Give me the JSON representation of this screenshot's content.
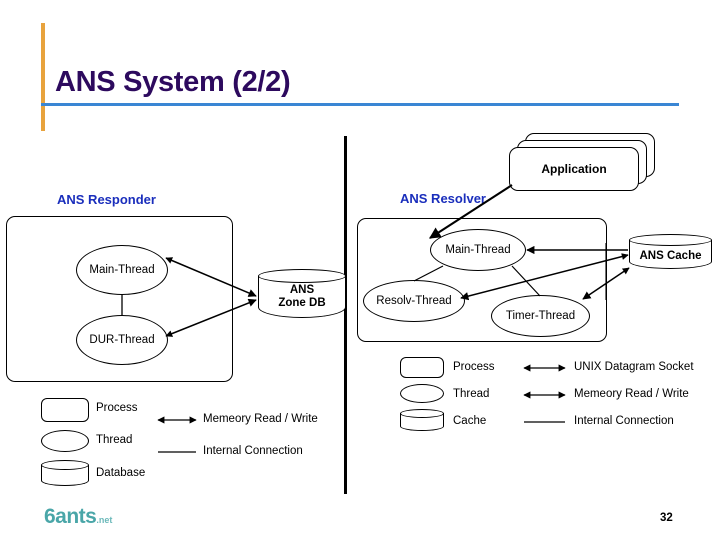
{
  "slide": {
    "title": "ANS System (2/2)",
    "page_number": "32",
    "logo_text": "6ants",
    "logo_tld": ".net",
    "accent_bar_color": "#e8a33d",
    "rule_color": "#3a86d4",
    "title_color": "#2d0a5e",
    "section_label_color": "#1a2ebc"
  },
  "application": {
    "label": "Application",
    "stack_count": 3
  },
  "responder": {
    "section_label": "ANS Responder",
    "threads": [
      {
        "label": "Main-Thread"
      },
      {
        "label": "DUR-Thread"
      }
    ],
    "database": {
      "line1": "ANS",
      "line2": "Zone DB"
    }
  },
  "resolver": {
    "section_label": "ANS Resolver",
    "threads": [
      {
        "label": "Main-Thread"
      },
      {
        "label": "Resolv-Thread"
      },
      {
        "label": "Timer-Thread"
      }
    ],
    "cache": {
      "label": "ANS Cache"
    }
  },
  "legend_left": {
    "shapes": [
      {
        "icon": "rounded-rectangle-icon",
        "label": "Process"
      },
      {
        "icon": "ellipse-icon",
        "label": "Thread"
      },
      {
        "icon": "cylinder-icon",
        "label": "Database"
      }
    ],
    "connectors": [
      {
        "icon": "double-arrow-icon",
        "label": "Memeory Read / Write"
      },
      {
        "icon": "plain-line-icon",
        "label": "Internal Connection"
      }
    ]
  },
  "legend_right": {
    "shapes": [
      {
        "icon": "rounded-rectangle-icon",
        "label": "Process"
      },
      {
        "icon": "ellipse-icon",
        "label": "Thread"
      },
      {
        "icon": "cylinder-icon",
        "label": "Cache"
      }
    ],
    "connectors": [
      {
        "icon": "double-arrow-icon",
        "label": "UNIX Datagram Socket"
      },
      {
        "icon": "double-arrow-icon",
        "label": "Memeory Read / Write"
      },
      {
        "icon": "plain-line-icon",
        "label": "Internal Connection"
      }
    ]
  }
}
